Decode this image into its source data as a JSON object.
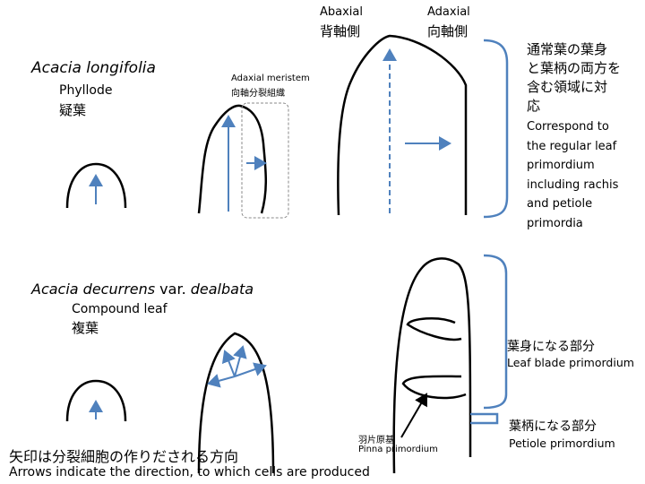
{
  "colors": {
    "arrow": "#4f81bd",
    "outline": "#000000",
    "box": "#888888"
  },
  "top": {
    "species": "Acacia longifolia",
    "type_en": "Phyllode",
    "type_ja": "疑葉",
    "meristem_en": "Adaxial meristem",
    "meristem_ja": "向軸分裂組織",
    "abaxial_en": "Abaxial",
    "abaxial_ja": "背軸側",
    "adaxial_en": "Adaxial",
    "adaxial_ja": "向軸側",
    "bracket_ja_1": "通常葉の葉身",
    "bracket_ja_2": "と葉柄の両方を",
    "bracket_ja_3": "含む領域に対",
    "bracket_ja_4": "応",
    "bracket_en": [
      "Correspond to",
      "the regular leaf",
      "primordium",
      "including rachis",
      "and petiole",
      "primordia"
    ]
  },
  "bottom": {
    "species_1": "Acacia decurrens",
    "species_var": " var. ",
    "species_2": "dealbata",
    "type_en": "Compound leaf",
    "type_ja": "複葉",
    "blade_ja": "葉身になる部分",
    "blade_en": "Leaf blade primordium",
    "petiole_ja": "葉柄になる部分",
    "petiole_en": "Petiole primordium",
    "pinna_ja": "羽片原基",
    "pinna_en": "Pinna primordium"
  },
  "caption": {
    "ja": "矢印は分裂細胞の作りだされる方向",
    "en": "Arrows indicate the direction, to which cells are produced"
  }
}
